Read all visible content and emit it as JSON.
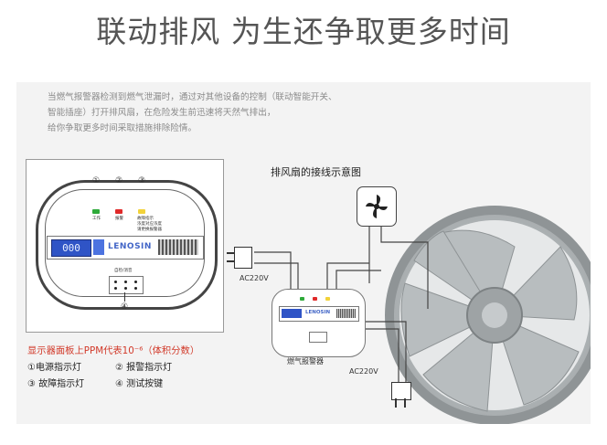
{
  "headline": "联动排风 为生还争取更多时间",
  "intro": [
    "当燃气报警器检测到燃气泄漏时，通过对其他设备的控制（联动智能开关、",
    "智能插座）打开排风扇，在危险发生前迅速将天然气排出，",
    "给你争取更多时间采取措施排除险情。"
  ],
  "detector": {
    "callouts": [
      "①",
      "②",
      "③",
      "④"
    ],
    "led_labels": [
      "工作",
      "报警",
      "故障指示"
    ],
    "led_note": [
      "故障指示",
      "浓度对应浓度",
      "请更换报警器"
    ],
    "lcd_value": "000",
    "brand": "LENOSIN",
    "button_label": "自检/消音",
    "colors": {
      "power": "#2faa3a",
      "alarm": "#e02a2a",
      "fault": "#f2d23a",
      "lcd": "#2f54c6"
    }
  },
  "note_red": "显示器面板上PPM代表10⁻⁶（体积分数）",
  "legend": [
    "①电源指示灯",
    "② 报警指示灯",
    "③ 故障指示灯",
    "④ 测试按键"
  ],
  "diagram": {
    "title": "排风扇的接线示意图",
    "ac_top": "AC220V",
    "ac_bottom": "AC220V",
    "alarm_label": "燃气报警器",
    "fan_icon": "fan-icon",
    "mini_brand": "LENOSIN"
  }
}
